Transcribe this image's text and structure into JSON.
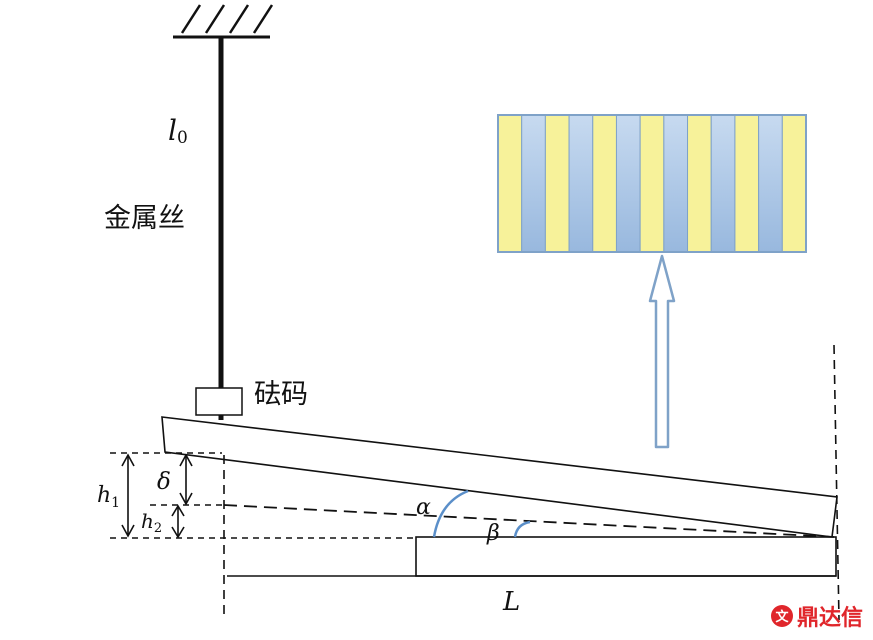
{
  "labels": {
    "l": "l",
    "l_sub": "0",
    "wire": "金属丝",
    "weight": "砝码",
    "h1": "h",
    "h1_sub": "1",
    "h2": "h",
    "h2_sub": "2",
    "delta": "δ",
    "alpha": "α",
    "beta": "β",
    "L": "L"
  },
  "fringes": {
    "count": 13,
    "light_color": "#f7f29a",
    "dark_color": "#a9c6e8",
    "border_color": "#7fa2c8"
  },
  "watermark": {
    "text": "鼎达信",
    "color": "#e0262b"
  },
  "colors": {
    "line": "#111111",
    "angle_arc": "#5b8fc9",
    "arrow": "#7fa2c8"
  }
}
